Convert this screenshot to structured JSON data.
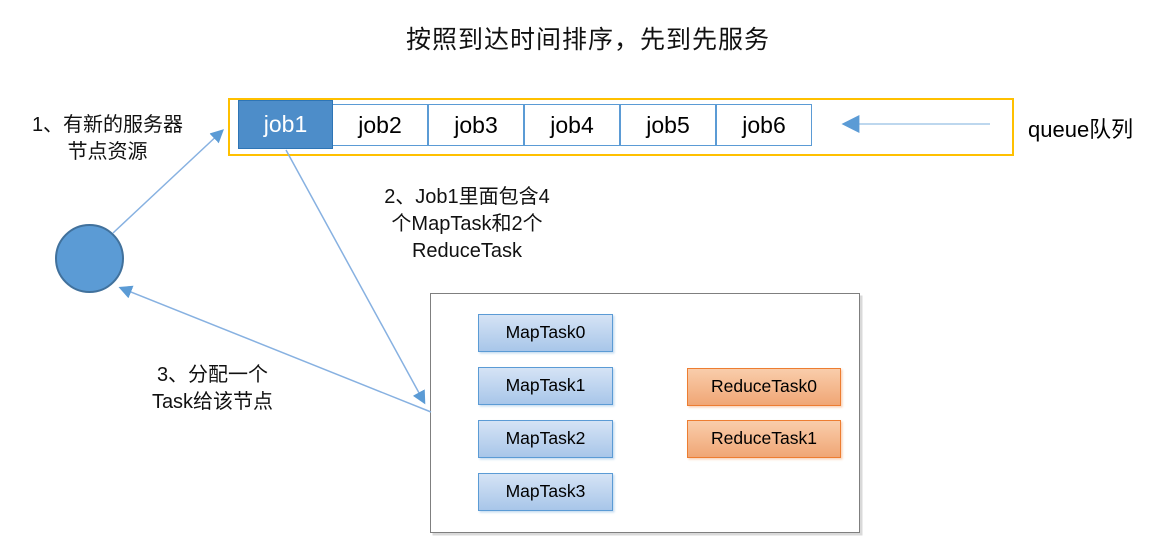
{
  "title": "按照到达时间排序，先到先服务",
  "queue": {
    "label": "queue队列",
    "jobs": [
      "job1",
      "job2",
      "job3",
      "job4",
      "job5",
      "job6"
    ],
    "active_index": 0
  },
  "annotations": {
    "step1": "1、有新的服务器\n节点资源",
    "step2": "2、Job1里面包含4\n个MapTask和2个\nReduceTask",
    "step3": "3、分配一个\nTask给该节点"
  },
  "tasks": {
    "map": [
      "MapTask0",
      "MapTask1",
      "MapTask2",
      "MapTask3"
    ],
    "reduce": [
      "ReduceTask0",
      "ReduceTask1"
    ]
  },
  "colors": {
    "queue_border": "#FFC000",
    "job_border": "#5B9BD5",
    "job_active_fill": "#4D8DC9",
    "job_active_border": "#2E75B6",
    "map_top": "#D5E3F5",
    "map_bottom": "#A8C6E9",
    "reduce_top": "#F9CDAB",
    "reduce_bottom": "#F0A675",
    "reduce_border": "#ED7D31",
    "node_fill": "#5B9BD5",
    "node_border": "#41719C",
    "container_border": "#7F7F7F",
    "arrow": "#87B1E1",
    "arrow_light": "#BDD7EE",
    "arrow_head": "#5B9BD5"
  }
}
